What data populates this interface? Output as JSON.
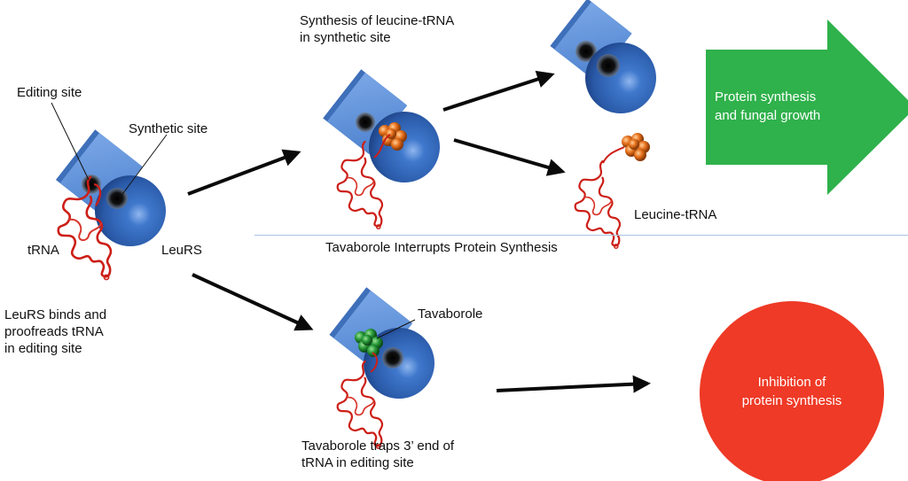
{
  "title": "Tavaborole Interrupts Protein Synthesis",
  "colors": {
    "enzyme_domain": "#5b8fd6",
    "enzyme_sphere": "#2f63b8",
    "trna": "#cc1f17",
    "leucine": "#e8731e",
    "tavaborole": "#2a9c3a",
    "growth_arrow": "#2fb14b",
    "inhibition_circle": "#ee3a26",
    "arrow": "#0a0a0a",
    "divider": "#a9c3e2"
  },
  "initial_state": {
    "editing_site_label": "Editing site",
    "synthetic_site_label": "Synthetic site",
    "trna_label": "tRNA",
    "enzyme_label": "LeuRS",
    "caption_lines": [
      "LeuRS binds and",
      "proofreads tRNA",
      "in editing site"
    ]
  },
  "normal_pathway": {
    "caption_lines": [
      "Synthesis of leucine-tRNA",
      "in synthetic site"
    ],
    "product_label": "Leucine-tRNA",
    "outcome_lines": [
      "Protein synthesis",
      "and fungal growth"
    ]
  },
  "inhibited_pathway": {
    "drug_label": "Tavaborole",
    "caption_lines": [
      "Tavaborole traps 3’ end of",
      "tRNA in editing site"
    ],
    "outcome_lines": [
      "Inhibition of",
      "protein synthesis"
    ]
  }
}
